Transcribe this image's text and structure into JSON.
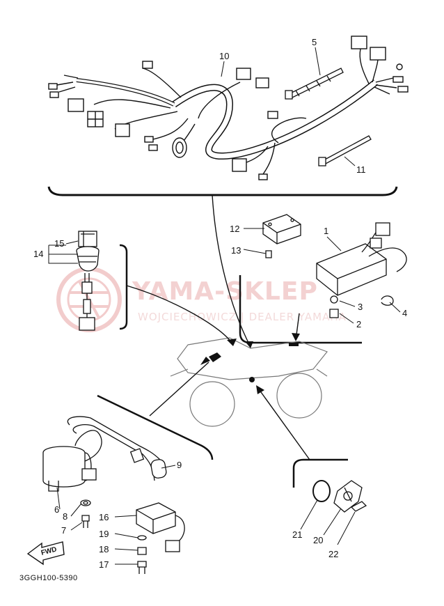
{
  "watermark": {
    "brand": "YAMA-SKLEP",
    "subtitle": "WOJCIECHOWICZ | DEALER YAMAHA"
  },
  "diagram_code": "3GGH100-5390",
  "fwd_label": "FWD",
  "callouts": {
    "c1": "1",
    "c2": "2",
    "c3": "3",
    "c4": "4",
    "c5": "5",
    "c6": "6",
    "c7": "7",
    "c8": "8",
    "c9": "9",
    "c10": "10",
    "c11": "11",
    "c12": "12",
    "c13": "13",
    "c14": "14",
    "c15": "15",
    "c16": "16",
    "c17": "17",
    "c18": "18",
    "c19": "19",
    "c20": "20",
    "c21": "21",
    "c22": "22"
  },
  "colors": {
    "line": "#111111",
    "watermark": "#f0c4c4"
  }
}
